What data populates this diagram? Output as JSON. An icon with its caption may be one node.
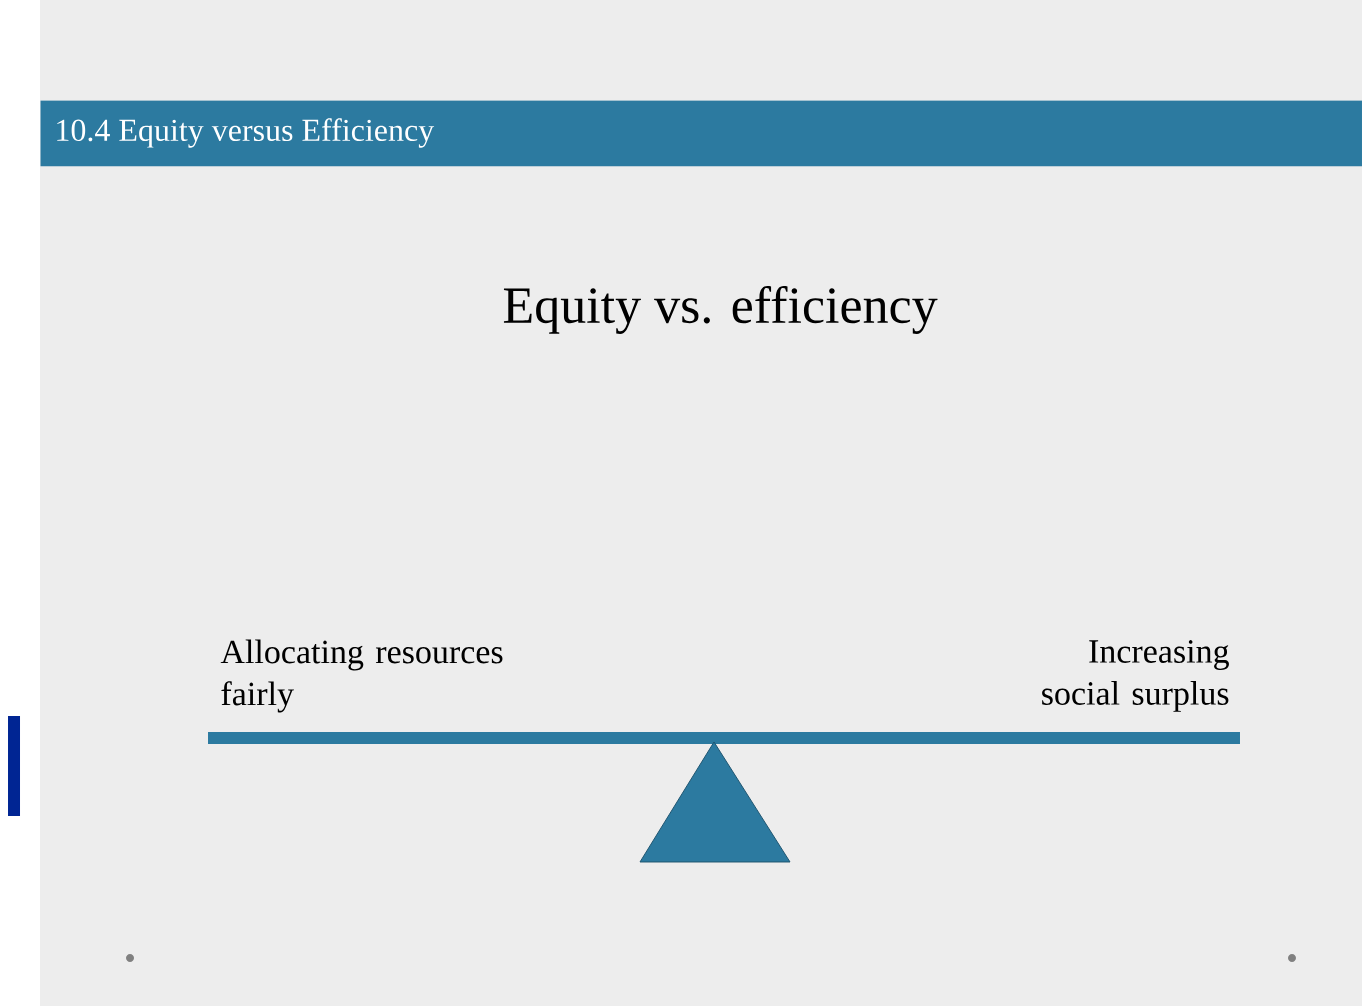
{
  "diagram": {
    "title": "Equity vs. efficiency",
    "nodes": [
      {
        "text": [
          "10.4 Equity versus Efficiency"
        ]
      }
    ],
    "labels": [
      "Allocating resources fairly",
      "Increasing social surplus"
    ]
  }
}
